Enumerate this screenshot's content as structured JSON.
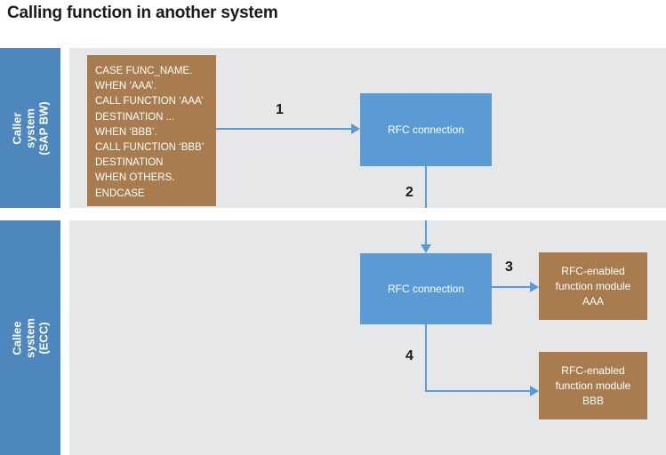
{
  "title": "Calling function in another system",
  "colors": {
    "sidebar_blue": "#4d87bd",
    "box_blue": "#5b9bd5",
    "box_brown": "#a87c4f",
    "panel_background": "#e5e7e9",
    "page_background": "#ffffff",
    "text_dark": "#1a1a1a",
    "text_light": "#ffffff"
  },
  "panels": {
    "caller": {
      "sidebar_label": "Caller system\n(SAP BW)",
      "code_block": "CASE FUNC_NAME.\nWHEN ‘AAA’.\nCALL FUNCTION ‘AAA’\nDESTINATION ...\nWHEN ‘BBB’.\nCALL FUNCTION ‘BBB’\nDESTINATION\nWHEN OTHERS.\nENDCASE",
      "rfc_connection_label": "RFC connection"
    },
    "callee": {
      "sidebar_label": "Callee system (ECC)",
      "rfc_connection_label": "RFC connection",
      "function_modules": [
        {
          "label": "RFC-enabled\nfunction module\nAAA"
        },
        {
          "label": "RFC-enabled\nfunction module\nBBB"
        }
      ]
    }
  },
  "steps": [
    {
      "number": "1",
      "description": "caller code block to caller RFC connection"
    },
    {
      "number": "2",
      "description": "caller RFC connection to callee RFC connection"
    },
    {
      "number": "3",
      "description": "callee RFC connection to function module AAA"
    },
    {
      "number": "4",
      "description": "callee RFC connection to function module BBB"
    }
  ]
}
